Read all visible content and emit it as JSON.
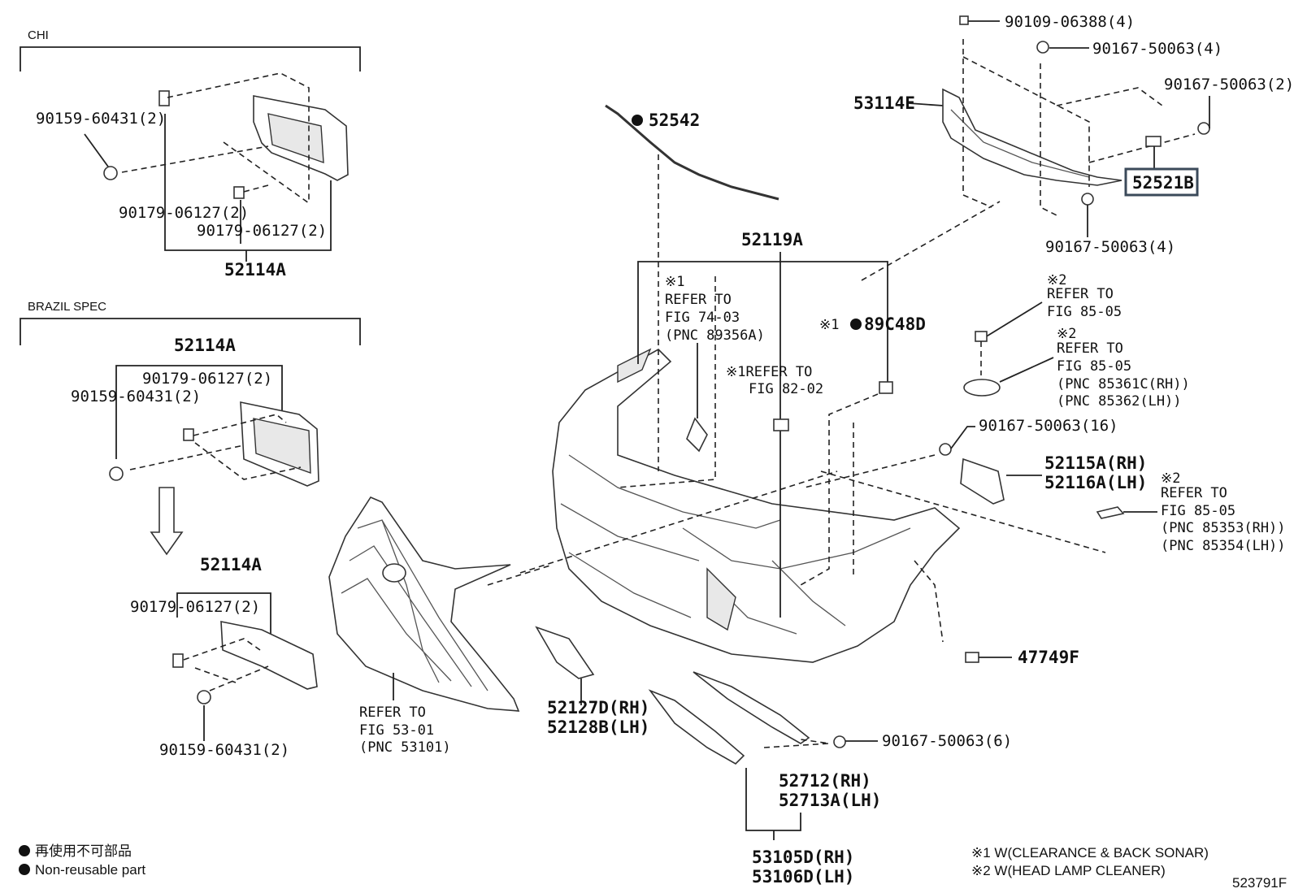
{
  "sections": {
    "chi": "CHI",
    "brazil": "BRAZIL SPEC"
  },
  "labels": {
    "p90109_06388": "90109-06388(4)",
    "p90167_50063_4a": "90167-50063(4)",
    "p90167_50063_2": "90167-50063(2)",
    "p53114E": "53114E",
    "p52521B": "52521B",
    "p90167_50063_4b": "90167-50063(4)",
    "p52542": "52542",
    "p52119A": "52119A",
    "chi_90159": "90159-60431(2)",
    "chi_90179a": "90179-06127(2)",
    "chi_90179b": "90179-06127(2)",
    "chi_52114A": "52114A",
    "br_52114A": "52114A",
    "br_90179": "90179-06127(2)",
    "br_90159": "90159-60431(2)",
    "br2_52114A": "52114A",
    "br2_90179": "90179-06127(2)",
    "br2_90159": "90159-60431(2)",
    "ref1_mark": "※1",
    "ref1_l1": "REFER TO",
    "ref1_l2": "FIG 74-03",
    "ref1_l3": "(PNC 89356A)",
    "ref2_l1": "※1REFER TO",
    "ref2_l2": "FIG 82-02",
    "p89C48D_mark": "※1",
    "p89C48D": "89C48D",
    "ref3_mark": "※2",
    "ref3_l1": "REFER TO",
    "ref3_l2": "FIG 85-05",
    "ref4_mark": "※2",
    "ref4_l1": "REFER TO",
    "ref4_l2": "FIG 85-05",
    "ref4_l3": "(PNC 85361C(RH))",
    "ref4_l4": "(PNC 85362(LH))",
    "p90167_50063_16": "90167-50063(16)",
    "p52115A": "52115A(RH)",
    "p52116A": "52116A(LH)",
    "ref5_mark": "※2",
    "ref5_l1": "REFER TO",
    "ref5_l2": "FIG 85-05",
    "ref5_l3": "(PNC 85353(RH))",
    "ref5_l4": "(PNC 85354(LH))",
    "p47749F": "47749F",
    "grille_l1": "REFER TO",
    "grille_l2": "FIG 53-01",
    "grille_l3": "(PNC 53101)",
    "p52127D": "52127D(RH)",
    "p52128B": "52128B(LH)",
    "p90167_50063_6": "90167-50063(6)",
    "p52712": "52712(RH)",
    "p52713A": "52713A(LH)",
    "p53105D": "53105D(RH)",
    "p53106D": "53106D(LH)"
  },
  "legend": {
    "nonreusable_jp": "再使用不可部品",
    "nonreusable_en": "Non-reusable part",
    "note1": "※1 W(CLEARANCE & BACK SONAR)",
    "note2": "※2 W(HEAD LAMP CLEANER)"
  },
  "figure_id": "523791F",
  "highlight_part": "52521B",
  "highlight_color": "#3b4a5a"
}
